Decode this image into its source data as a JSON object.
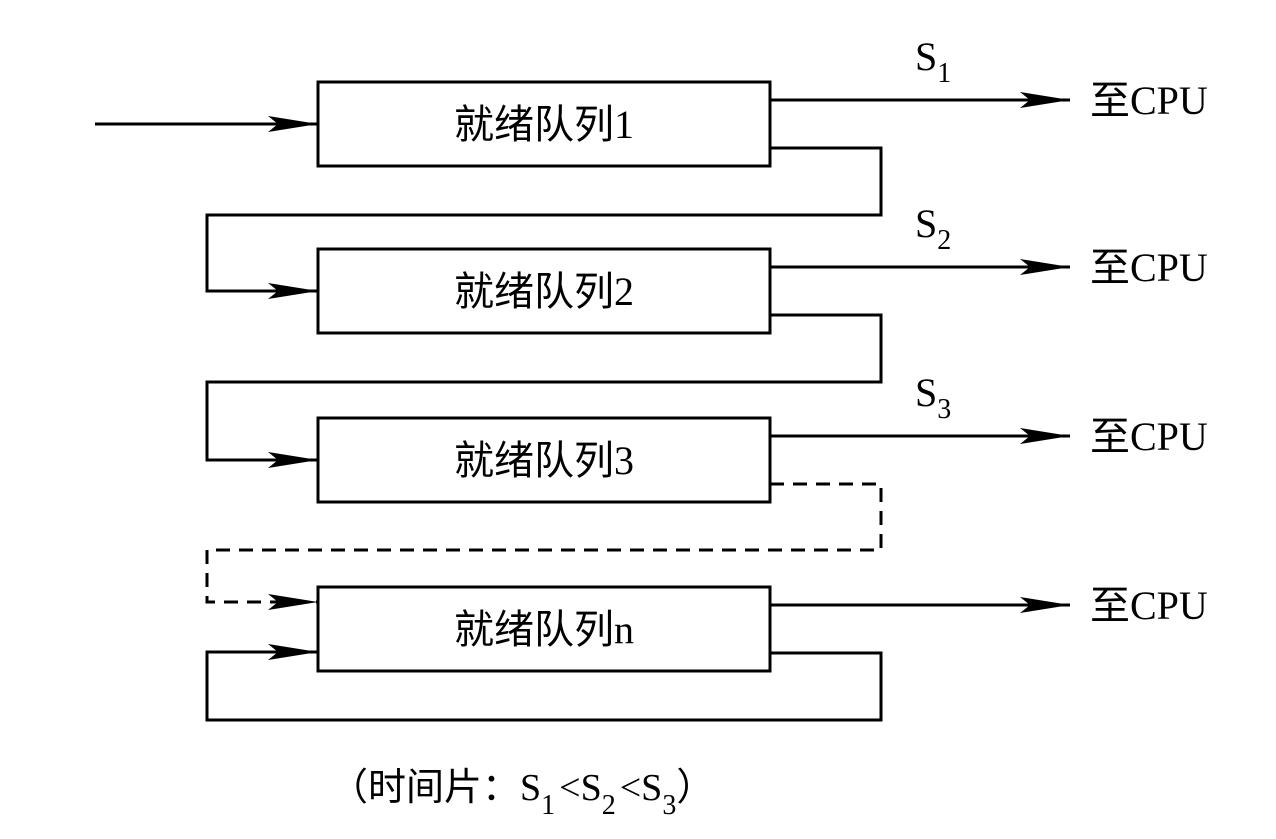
{
  "queues": [
    {
      "label": "就绪队列1",
      "slice": "S",
      "sub": "1",
      "output": "至CPU",
      "link_style": "solid"
    },
    {
      "label": "就绪队列2",
      "slice": "S",
      "sub": "2",
      "output": "至CPU",
      "link_style": "solid"
    },
    {
      "label": "就绪队列3",
      "slice": "S",
      "sub": "3",
      "output": "至CPU",
      "link_style": "dashed"
    },
    {
      "label": "就绪队列n",
      "slice": "",
      "sub": "",
      "output": "至CPU",
      "link_style": "loop"
    }
  ],
  "caption": {
    "prefix": "（时间片：",
    "s1": "S",
    "s1_sub": "1",
    "lt1": "<",
    "s2": "S",
    "s2_sub": "2",
    "lt2": "<",
    "s3": "S",
    "s3_sub": "3",
    "suffix": "）"
  }
}
